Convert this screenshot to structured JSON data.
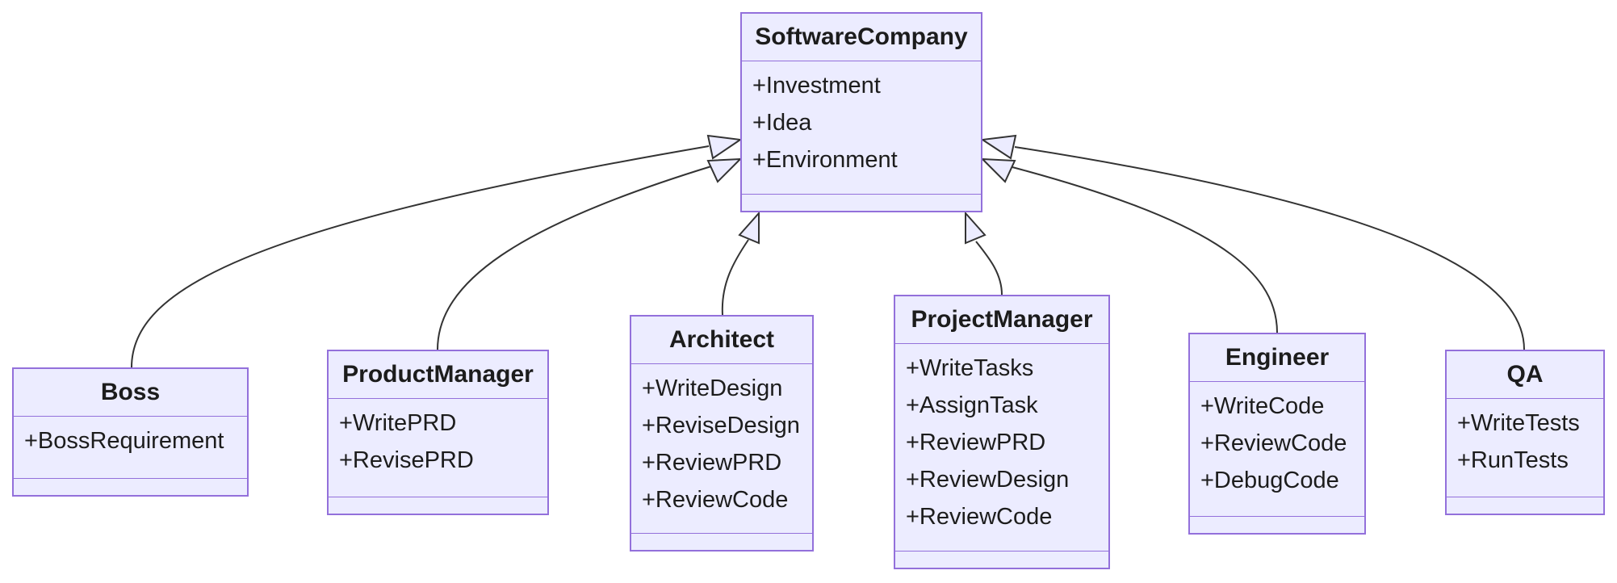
{
  "diagram_type": "uml-class-diagram",
  "theme": {
    "background": "#ffffff",
    "node_fill": "#ECECFF",
    "node_border": "#9370DB",
    "edge_color": "#333333",
    "text_color": "#1c1c1c"
  },
  "classes": [
    {
      "id": "SoftwareCompany",
      "name": "SoftwareCompany",
      "members": [
        "+Investment",
        "+Idea",
        "+Environment"
      ]
    },
    {
      "id": "Boss",
      "name": "Boss",
      "members": [
        "+BossRequirement"
      ]
    },
    {
      "id": "ProductManager",
      "name": "ProductManager",
      "members": [
        "+WritePRD",
        "+RevisePRD"
      ]
    },
    {
      "id": "Architect",
      "name": "Architect",
      "members": [
        "+WriteDesign",
        "+ReviseDesign",
        "+ReviewPRD",
        "+ReviewCode"
      ]
    },
    {
      "id": "ProjectManager",
      "name": "ProjectManager",
      "members": [
        "+WriteTasks",
        "+AssignTask",
        "+ReviewPRD",
        "+ReviewDesign",
        "+ReviewCode"
      ]
    },
    {
      "id": "Engineer",
      "name": "Engineer",
      "members": [
        "+WriteCode",
        "+ReviewCode",
        "+DebugCode"
      ]
    },
    {
      "id": "QA",
      "name": "QA",
      "members": [
        "+WriteTests",
        "+RunTests"
      ]
    }
  ],
  "relationships": [
    {
      "from": "Boss",
      "to": "SoftwareCompany",
      "type": "inheritance"
    },
    {
      "from": "ProductManager",
      "to": "SoftwareCompany",
      "type": "inheritance"
    },
    {
      "from": "Architect",
      "to": "SoftwareCompany",
      "type": "inheritance"
    },
    {
      "from": "ProjectManager",
      "to": "SoftwareCompany",
      "type": "inheritance"
    },
    {
      "from": "Engineer",
      "to": "SoftwareCompany",
      "type": "inheritance"
    },
    {
      "from": "QA",
      "to": "SoftwareCompany",
      "type": "inheritance"
    }
  ]
}
